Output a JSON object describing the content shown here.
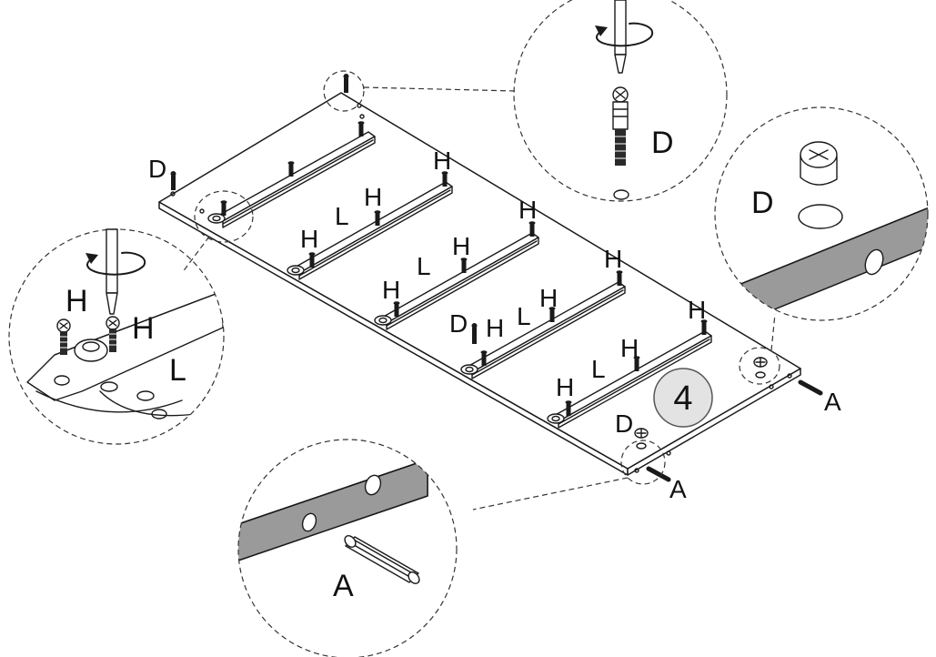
{
  "step_number": "4",
  "labels": {
    "A": "A",
    "D": "D",
    "H": "H",
    "L": "L"
  },
  "icons": [
    "rotate-arrow-icon",
    "screwdriver-icon",
    "cam-bolt-icon",
    "cam-lock-icon",
    "dowel-icon",
    "screw-icon",
    "drawer-runner-icon"
  ],
  "colors": {
    "edge_grey": "#9a9a9a",
    "step_badge": "#e3e3e3",
    "line": "#1a1a1a"
  }
}
